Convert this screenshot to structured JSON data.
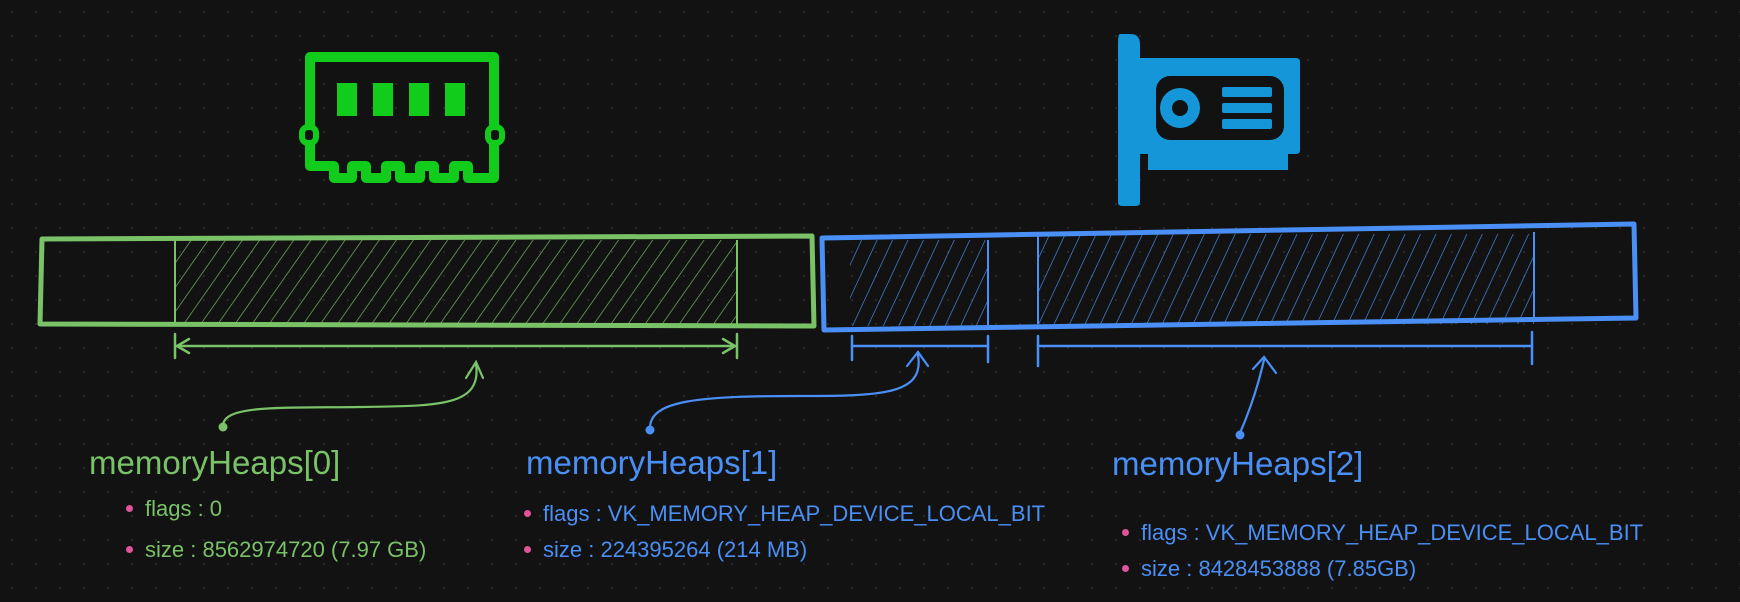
{
  "colors": {
    "background": "#121212",
    "ram_icon": "#11cc1b",
    "gpu_icon": "#1496d8",
    "heap0": "#7ac268",
    "heap1_2": "#4a8ff5",
    "bullet": "#e0559a"
  },
  "icons": {
    "system_memory": "ram-icon",
    "device_memory": "gpu-card-icon"
  },
  "heaps": [
    {
      "title": "memoryHeaps[0]",
      "flags": "flags : 0",
      "size": "size : 8562974720 (7.97 GB)"
    },
    {
      "title": "memoryHeaps[1]",
      "flags": "flags : VK_MEMORY_HEAP_DEVICE_LOCAL_BIT",
      "size": "size : 224395264 (214 MB)"
    },
    {
      "title": "memoryHeaps[2]",
      "flags": "flags : VK_MEMORY_HEAP_DEVICE_LOCAL_BIT",
      "size": "size : 8428453888 (7.85GB)"
    }
  ]
}
